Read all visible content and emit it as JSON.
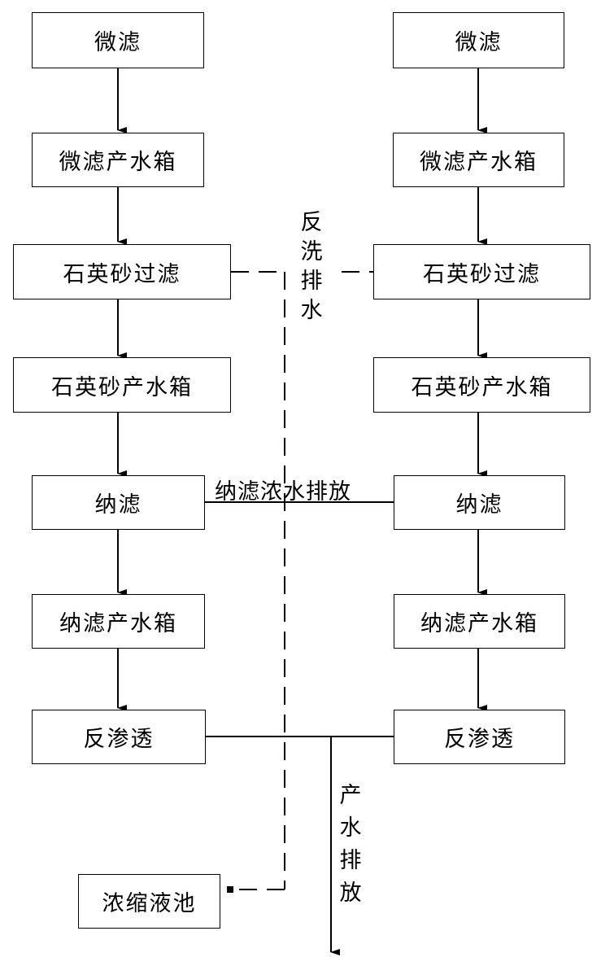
{
  "left_column": {
    "microfiltration": "微滤",
    "microfiltration_tank": "微滤产水箱",
    "quartz_sand_filter": "石英砂过滤",
    "quartz_sand_tank": "石英砂产水箱",
    "nanofiltration": "纳滤",
    "nanofiltration_tank": "纳滤产水箱",
    "reverse_osmosis": "反渗透"
  },
  "right_column": {
    "microfiltration": "微滤",
    "microfiltration_tank": "微滤产水箱",
    "quartz_sand_filter": "石英砂过滤",
    "quartz_sand_tank": "石英砂产水箱",
    "nanofiltration": "纳滤",
    "nanofiltration_tank": "纳滤产水箱",
    "reverse_osmosis": "反渗透"
  },
  "concentrate_pool": "浓缩液池",
  "labels": {
    "backwash_drain": [
      "反",
      "洗",
      "排",
      "水"
    ],
    "nf_concentrate_discharge": "纳滤浓水排放",
    "product_water_discharge": [
      "产",
      "水",
      "排",
      "放"
    ]
  }
}
